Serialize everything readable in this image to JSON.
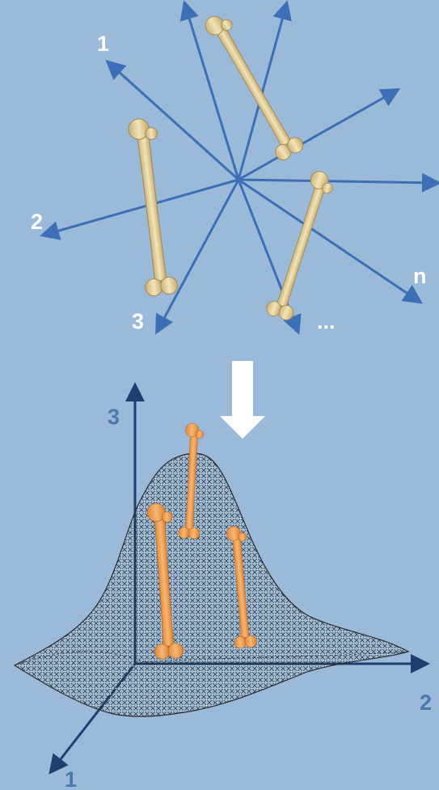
{
  "top_panel": {
    "ray_labels": {
      "ray_1": "1",
      "ray_2": "2",
      "ray_3": "3",
      "ray_n": "n",
      "ellipsis": "..."
    },
    "colors": {
      "ray": "#3d6fb6",
      "bone": "#e9d8a6",
      "label": "#ffffff"
    }
  },
  "bottom_panel": {
    "axis_labels": {
      "axis_1": "1",
      "axis_2": "2",
      "axis_3": "3"
    },
    "colors": {
      "axis": "#1f3f70",
      "bone": "#f0a45a",
      "mesh": "#333333",
      "label": "#4c77ad"
    }
  },
  "arrow": {
    "icon": "down-arrow-icon",
    "color": "#ffffff"
  },
  "background_color": "#9bbad9"
}
